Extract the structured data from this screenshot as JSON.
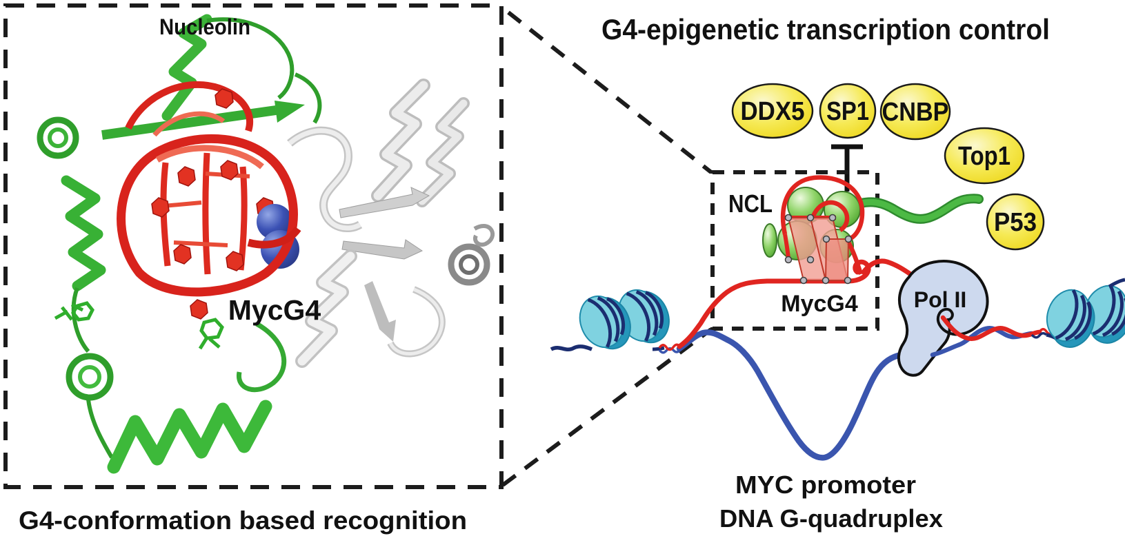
{
  "figure": {
    "left_panel": {
      "protein_label": "Nucleolin",
      "complex_label": "MycG4",
      "caption": "G4-conformation based recognition"
    },
    "right_panel": {
      "title": "G4-epigenetic transcription control",
      "factors": [
        "DDX5",
        "SP1",
        "CNBP",
        "Top1",
        "P53"
      ],
      "ncl_label": "NCL",
      "g4_label": "MycG4",
      "polymerase_label": "Pol II",
      "caption_line1": "MYC promoter",
      "caption_line2": "DNA G-quadruplex"
    }
  },
  "colors": {
    "dna_red": "#e02520",
    "dna_blue": "#3a55ae",
    "dna_navy": "#1b2d70",
    "nucleosome_face": "#7fd2e0",
    "nucleosome_side": "#2596ba",
    "factor_yellow": "#f2df2b",
    "ncl_green": "#6cc04a",
    "tail_green": "#4cb944",
    "quartet_pink": "#f19d92",
    "polii_fill": "#cdd9ee",
    "line_black": "#1c1c1c"
  }
}
